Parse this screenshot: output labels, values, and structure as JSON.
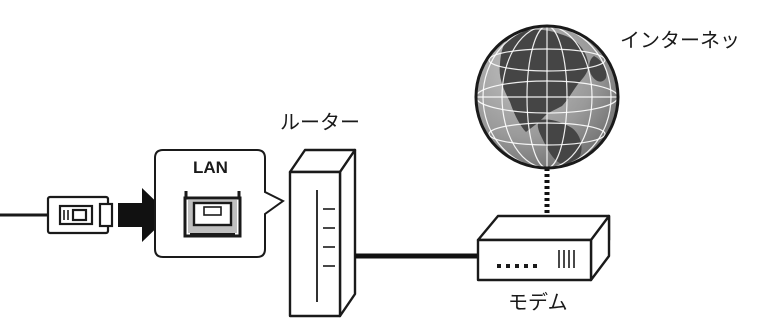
{
  "labels": {
    "internet": "インターネッ",
    "router": "ルーター",
    "modem": "モデム",
    "lan": "LAN"
  },
  "icons": [
    "ethernet-cable-icon",
    "ethernet-plug-icon",
    "arrow-right-icon",
    "lan-port-icon",
    "router-icon",
    "modem-icon",
    "globe-icon"
  ],
  "colors": {
    "ink": "#1a1a1a",
    "globe_ocean": "#9c9c9c",
    "globe_land": "#4a4a4a"
  }
}
